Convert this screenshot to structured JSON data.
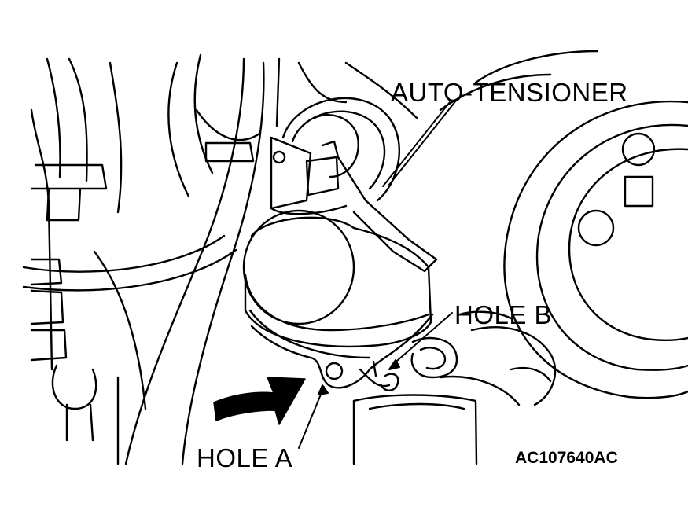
{
  "labels": {
    "auto_tensioner": "AUTO-TENSIONER",
    "hole_b": "HOLE B",
    "hole_a": "HOLE A",
    "figure_code": "AC107640AC"
  },
  "colors": {
    "ink": "#000000",
    "paper": "#ffffff"
  }
}
